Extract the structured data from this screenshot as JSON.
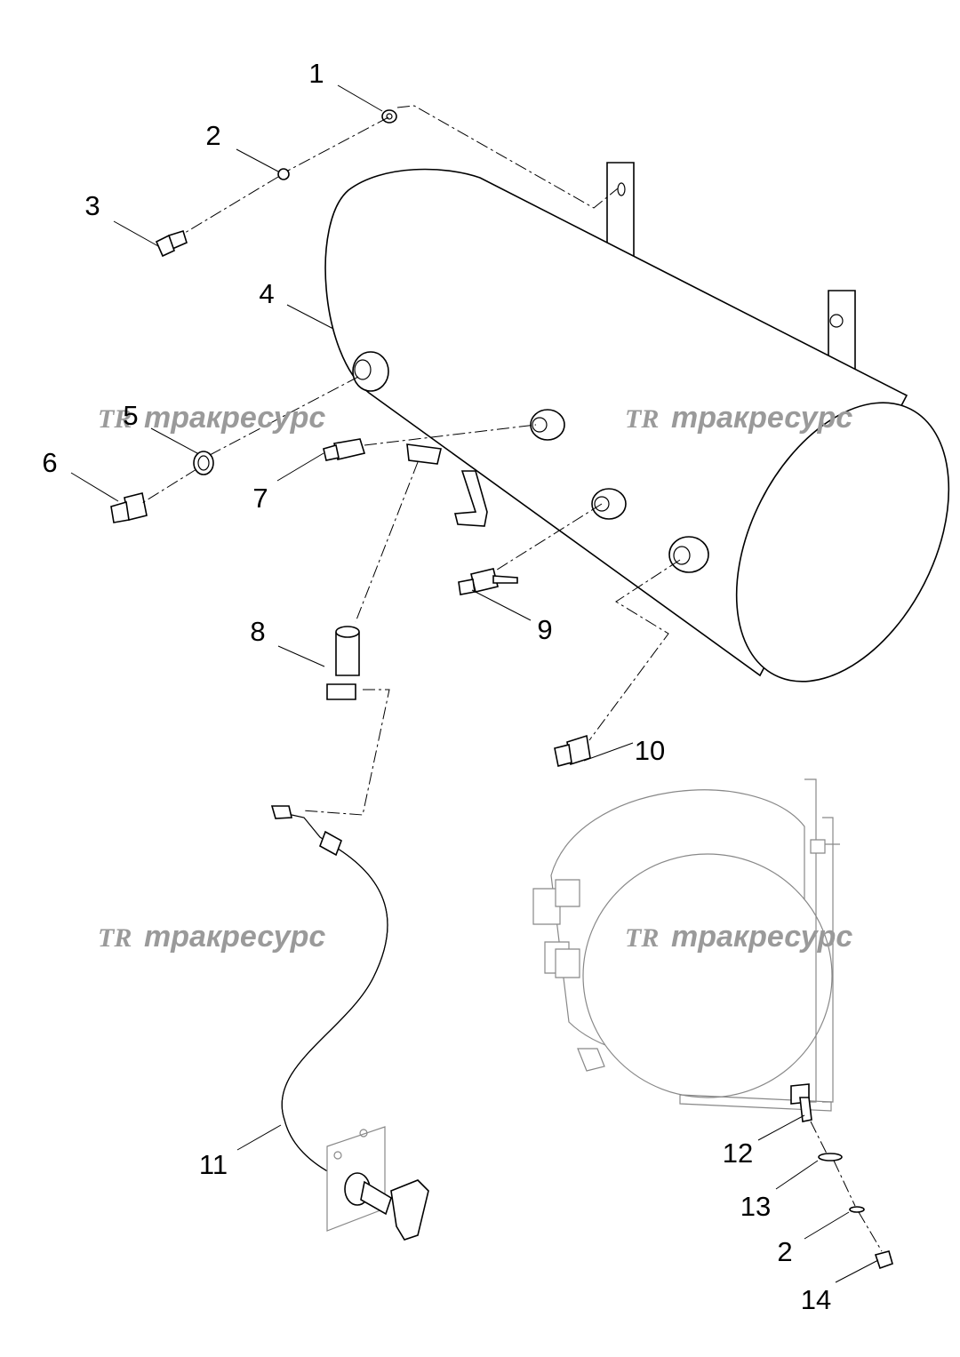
{
  "watermarks": [
    {
      "logo": "TR",
      "text": "тракресурс"
    },
    {
      "logo": "TR",
      "text": "тракресурс"
    },
    {
      "logo": "TR",
      "text": "тракресурс"
    },
    {
      "logo": "TR",
      "text": "тракресурс"
    }
  ],
  "callouts": [
    "1",
    "2",
    "3",
    "4",
    "5",
    "6",
    "7",
    "8",
    "9",
    "10",
    "11",
    "12",
    "13",
    "2",
    "14"
  ]
}
